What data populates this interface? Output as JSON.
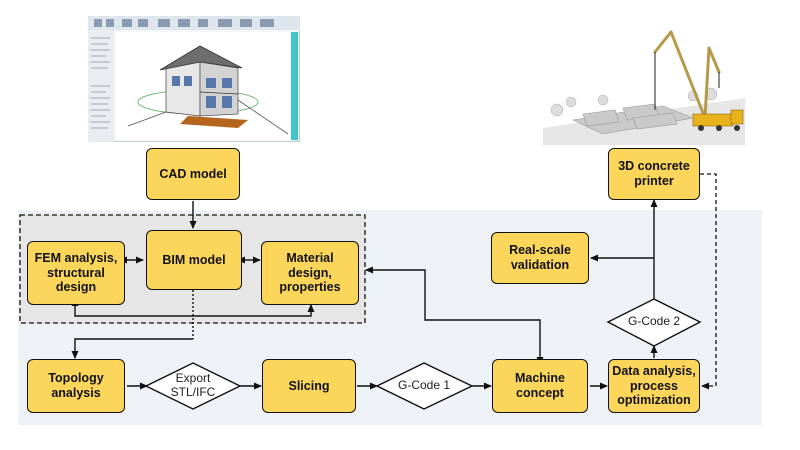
{
  "nodes": {
    "cad_model": "CAD model",
    "bim_model": "BIM model",
    "fem_analysis": "FEM analysis,\nstructural\ndesign",
    "material_design": "Material\ndesign,\nproperties",
    "topology_analysis": "Topology\nanalysis",
    "slicing": "Slicing",
    "machine_concept": "Machine\nconcept",
    "data_analysis": "Data analysis,\nprocess\noptimization",
    "real_scale_validation": "Real-scale\nvalidation",
    "concrete_printer": "3D concrete\nprinter"
  },
  "decisions": {
    "export": "Export\nSTL/IFC",
    "gcode1": "G-Code 1",
    "gcode2": "G-Code 2"
  },
  "images": {
    "cad_screenshot": "house-cad-software-screenshot",
    "printer_render": "concrete-printer-crane-render"
  },
  "colors": {
    "node_fill": "#fcd65a",
    "panel_bg": "#eef1f5",
    "group_bg": "#e6e6e6"
  }
}
